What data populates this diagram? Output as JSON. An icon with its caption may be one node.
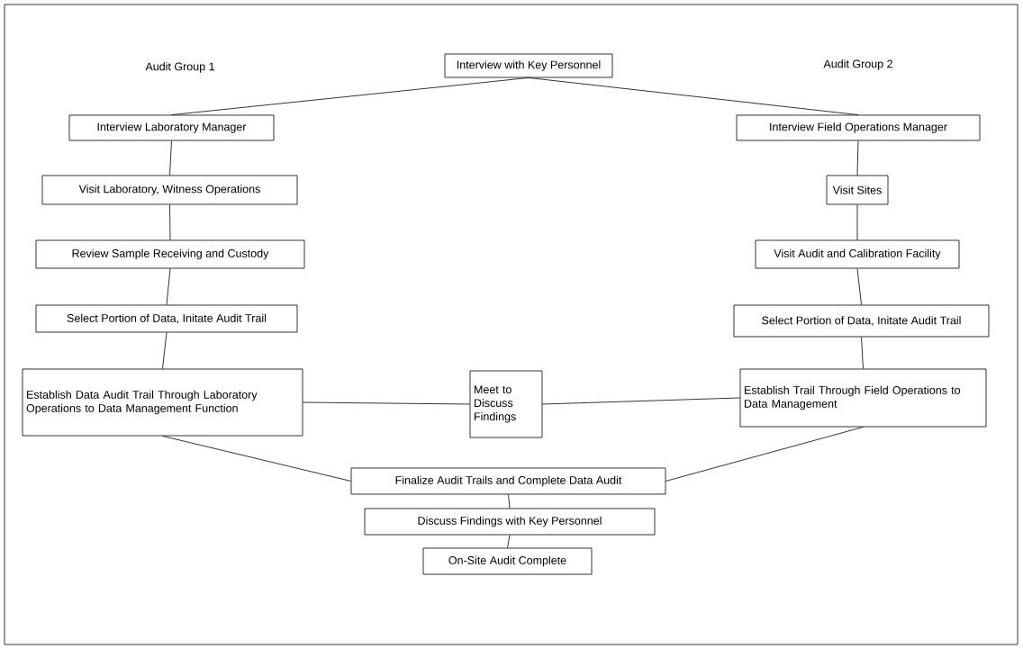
{
  "diagram": {
    "nodes": [
      {
        "text": [
          "Interview with Key Personnel"
        ]
      },
      {
        "text": [
          "Interview Laboratory Manager"
        ]
      },
      {
        "text": [
          "Interview Field Operations Manager"
        ]
      },
      {
        "text": [
          "Visit Laboratory, Witness Operations"
        ]
      },
      {
        "text": [
          "Visit Sites"
        ]
      },
      {
        "text": [
          "Review Sample Receiving and Custody"
        ]
      },
      {
        "text": [
          "Visit Audit and Calibration Facility"
        ]
      },
      {
        "text": [
          "Select Portion of Data, Initate Audit Trail"
        ]
      },
      {
        "text": [
          "Select Portion of Data, Initate Audit Trail"
        ]
      },
      {
        "text": [
          "Establish Data Audit Trail Through Laboratory Operations to Data Management Function"
        ]
      },
      {
        "text": [
          "Meet to Discuss Findings"
        ]
      },
      {
        "text": [
          "Establish Trail Through Field Operations to Data Management"
        ]
      },
      {
        "text": [
          "Finalize Audit Trails and Complete Data Audit"
        ]
      },
      {
        "text": [
          "Discuss Findings with Key Personnel"
        ]
      },
      {
        "text": [
          "On-Site Audit Complete"
        ]
      }
    ],
    "edges": [
      {
        "from": 0,
        "to": 1,
        "arrow": "none"
      },
      {
        "from": 0,
        "to": 2,
        "arrow": "none"
      },
      {
        "from": 1,
        "to": 3,
        "arrow": "none"
      },
      {
        "from": 3,
        "to": 5,
        "arrow": "none"
      },
      {
        "from": 5,
        "to": 7,
        "arrow": "none"
      },
      {
        "from": 7,
        "to": 9,
        "arrow": "none"
      },
      {
        "from": 2,
        "to": 4,
        "arrow": "none"
      },
      {
        "from": 4,
        "to": 6,
        "arrow": "none"
      },
      {
        "from": 6,
        "to": 8,
        "arrow": "none"
      },
      {
        "from": 8,
        "to": 11,
        "arrow": "none"
      },
      {
        "from": 9,
        "to": 10,
        "arrow": "none"
      },
      {
        "from": 10,
        "to": 11,
        "arrow": "none"
      },
      {
        "from": 9,
        "to": 12,
        "arrow": "none"
      },
      {
        "from": 11,
        "to": 12,
        "arrow": "none"
      },
      {
        "from": 12,
        "to": 13,
        "arrow": "none"
      },
      {
        "from": 13,
        "to": 14,
        "arrow": "none"
      }
    ],
    "labels": [
      "Audit Group 1",
      "Audit Group 2"
    ]
  }
}
